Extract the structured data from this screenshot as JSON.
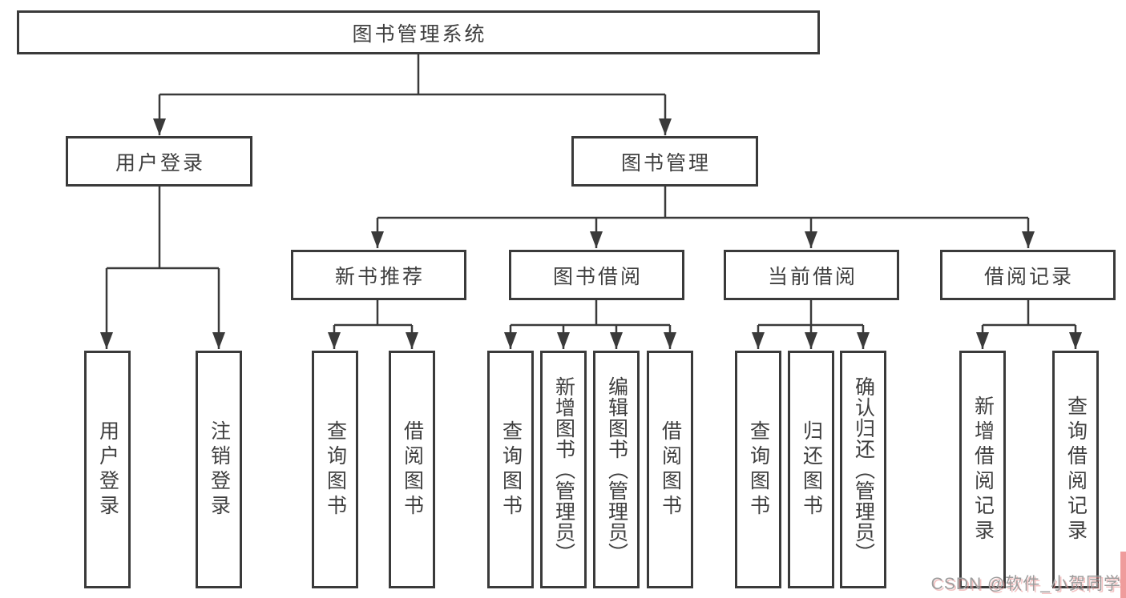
{
  "tree": {
    "root": {
      "label": "图书管理系统"
    },
    "level2": [
      {
        "label": "用户登录",
        "children": [
          {
            "label": "用户登录"
          },
          {
            "label": "注销登录"
          }
        ]
      },
      {
        "label": "图书管理"
      }
    ],
    "level3": [
      {
        "label": "新书推荐",
        "children": [
          {
            "label": "查询图书"
          },
          {
            "label": "借阅图书"
          }
        ]
      },
      {
        "label": "图书借阅",
        "children": [
          {
            "label": "查询图书"
          },
          {
            "label": "新增图书（管理员）"
          },
          {
            "label": "编辑图书（管理员）"
          },
          {
            "label": "借阅图书"
          }
        ]
      },
      {
        "label": "当前借阅",
        "children": [
          {
            "label": "查询图书"
          },
          {
            "label": "归还图书"
          },
          {
            "label": "确认归还（管理员）"
          }
        ]
      },
      {
        "label": "借阅记录",
        "children": [
          {
            "label": "新增借阅记录"
          },
          {
            "label": "查询借阅记录"
          }
        ]
      }
    ]
  },
  "watermark": {
    "text": "CSDN @软件_小贺同学"
  },
  "colors": {
    "line": "#3a3a3a",
    "text": "#3f3f3f",
    "watermark_text": "#9c9c9c",
    "watermark_accent": "#ec8b8b",
    "background": "#ffffff"
  }
}
